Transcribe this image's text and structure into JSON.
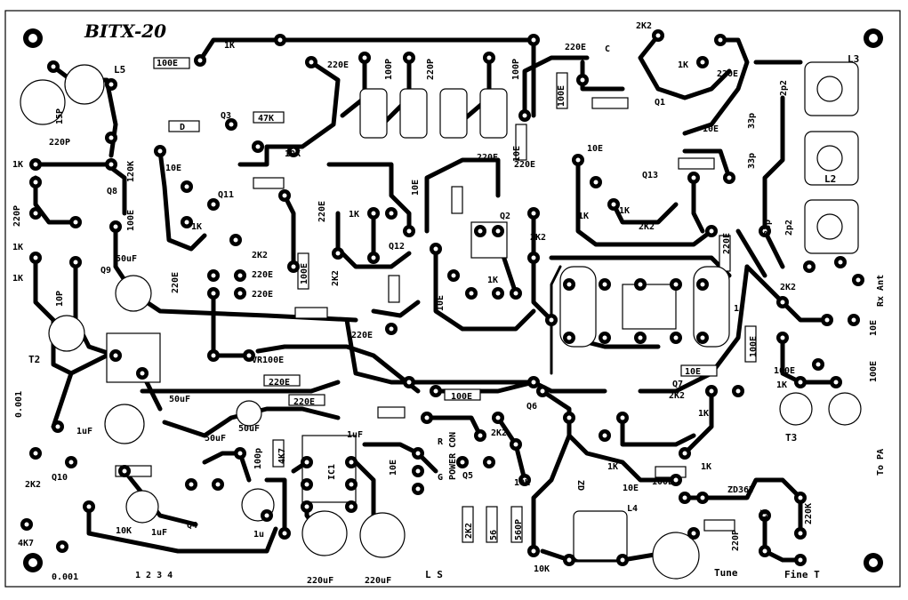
{
  "board": {
    "title": "BITX-20",
    "edge_labels": {
      "rx_ant": "Rx Ant",
      "to_pa": "To PA",
      "power_con": "POWER CON",
      "ls": "L S",
      "tune": "Tune",
      "fine_t": "Fine T",
      "pins": "1 2 3 4"
    }
  },
  "silkscreen_labels": [
    {
      "id": "l5",
      "text": "L5"
    },
    {
      "id": "r100e-a",
      "text": "100E"
    },
    {
      "id": "r1k-a",
      "text": "1K"
    },
    {
      "id": "r220e-a",
      "text": "220E"
    },
    {
      "id": "c100p-a",
      "text": "100P"
    },
    {
      "id": "c220p-a",
      "text": "220P"
    },
    {
      "id": "c100p-b",
      "text": "100P"
    },
    {
      "id": "c220e-top",
      "text": "220E"
    },
    {
      "id": "c-top",
      "text": "C"
    },
    {
      "id": "r2k2-top",
      "text": "2K2"
    },
    {
      "id": "c15p",
      "text": "15P"
    },
    {
      "id": "c220p-b",
      "text": "220P"
    },
    {
      "id": "q3",
      "text": "Q3"
    },
    {
      "id": "r47k",
      "text": "47K"
    },
    {
      "id": "d1",
      "text": "D"
    },
    {
      "id": "r10k-a",
      "text": "10K"
    },
    {
      "id": "r1k-b",
      "text": "1K"
    },
    {
      "id": "r120k",
      "text": "120K"
    },
    {
      "id": "q8",
      "text": "Q8"
    },
    {
      "id": "r10e-a",
      "text": "10E"
    },
    {
      "id": "q11",
      "text": "Q11"
    },
    {
      "id": "r1k-c",
      "text": "1K"
    },
    {
      "id": "r2k2-a",
      "text": "2K2"
    },
    {
      "id": "c220p-c",
      "text": "220P"
    },
    {
      "id": "r1k-d",
      "text": "1K"
    },
    {
      "id": "r100e-b",
      "text": "100E"
    },
    {
      "id": "c50uf-a",
      "text": "50uF"
    },
    {
      "id": "q9",
      "text": "Q9"
    },
    {
      "id": "r220e-b",
      "text": "220E"
    },
    {
      "id": "r220e-c",
      "text": "220E"
    },
    {
      "id": "r220e-d",
      "text": "220E"
    },
    {
      "id": "r1k-e",
      "text": "1K"
    },
    {
      "id": "c10p",
      "text": "10P"
    },
    {
      "id": "t2",
      "text": "T2"
    },
    {
      "id": "vr100e",
      "text": "VR100E"
    },
    {
      "id": "c0001-a",
      "text": "0.001"
    },
    {
      "id": "c50uf-b",
      "text": "50uF"
    },
    {
      "id": "c50uf-c",
      "text": "50uF"
    },
    {
      "id": "c1uf-a",
      "text": "1uF"
    },
    {
      "id": "r2k2-b",
      "text": "2K2"
    },
    {
      "id": "q10",
      "text": "Q10"
    },
    {
      "id": "r4k7-a",
      "text": "4K7"
    },
    {
      "id": "r10k-b",
      "text": "10K"
    },
    {
      "id": "c1uf-b",
      "text": "1uF"
    },
    {
      "id": "c0001-b",
      "text": "0.001"
    },
    {
      "id": "q4",
      "text": "Q4"
    },
    {
      "id": "c100p-c",
      "text": "100p"
    },
    {
      "id": "r4k7-b",
      "text": "4K7"
    },
    {
      "id": "c1u",
      "text": "1u"
    },
    {
      "id": "r220e-e",
      "text": "220E"
    },
    {
      "id": "r220e-f",
      "text": "220E"
    },
    {
      "id": "c50uf-d",
      "text": "50uF"
    },
    {
      "id": "c1uf-c",
      "text": "1uF"
    },
    {
      "id": "ic1",
      "text": "IC1"
    },
    {
      "id": "r10e-b",
      "text": "10E"
    },
    {
      "id": "c220uf-a",
      "text": "220uF"
    },
    {
      "id": "c220uf-b",
      "text": "220uF"
    },
    {
      "id": "r220e-g",
      "text": "220E"
    },
    {
      "id": "r1k-f",
      "text": "1K"
    },
    {
      "id": "r10e-c",
      "text": "10E"
    },
    {
      "id": "q12",
      "text": "Q12"
    },
    {
      "id": "r2k2-c",
      "text": "2K2"
    },
    {
      "id": "r100e-c",
      "text": "100E"
    },
    {
      "id": "c220e-mid",
      "text": "220E"
    },
    {
      "id": "r220e-h",
      "text": "220E"
    },
    {
      "id": "r10e-d",
      "text": "10E"
    },
    {
      "id": "r1k-g",
      "text": "1K"
    },
    {
      "id": "q2",
      "text": "Q2"
    },
    {
      "id": "r2k2-d",
      "text": "2K2"
    },
    {
      "id": "r100e-d",
      "text": "100E"
    },
    {
      "id": "r10e-e",
      "text": "10E"
    },
    {
      "id": "r2k2-e",
      "text": "2K2"
    },
    {
      "id": "q6",
      "text": "Q6"
    },
    {
      "id": "r560",
      "text": "56"
    },
    {
      "id": "c560p",
      "text": "560P"
    },
    {
      "id": "q5",
      "text": "Q5"
    },
    {
      "id": "r10k-c",
      "text": "10K"
    },
    {
      "id": "r2k2-f",
      "text": "2K2"
    },
    {
      "id": "r10k-d",
      "text": "10K"
    },
    {
      "id": "zd",
      "text": "ZD"
    },
    {
      "id": "r1k-h",
      "text": "1K"
    },
    {
      "id": "r10e-f",
      "text": "10E"
    },
    {
      "id": "r100e-e",
      "text": "100E"
    },
    {
      "id": "r1k-i",
      "text": "1K"
    },
    {
      "id": "l4",
      "text": "L4"
    },
    {
      "id": "r220e-top2",
      "text": "220E"
    },
    {
      "id": "r2k2-top2",
      "text": "2K2"
    },
    {
      "id": "r1k-j",
      "text": "1K"
    },
    {
      "id": "r220e-i",
      "text": "220E"
    },
    {
      "id": "r10e-g",
      "text": "10E"
    },
    {
      "id": "q1",
      "text": "Q1"
    },
    {
      "id": "r10e-h",
      "text": "10E"
    },
    {
      "id": "r100e-f",
      "text": "100E"
    },
    {
      "id": "r1k-k",
      "text": "1K"
    },
    {
      "id": "q13",
      "text": "Q13"
    },
    {
      "id": "r1k-l",
      "text": "1K"
    },
    {
      "id": "r2k2-g",
      "text": "2K2"
    },
    {
      "id": "c33p-a",
      "text": "33p"
    },
    {
      "id": "c33p-b",
      "text": "33p"
    },
    {
      "id": "c33p-c",
      "text": "33p"
    },
    {
      "id": "c2p2-a",
      "text": "2p2"
    },
    {
      "id": "c2p2-b",
      "text": "2p2"
    },
    {
      "id": "l3",
      "text": "L3"
    },
    {
      "id": "l2",
      "text": "L2"
    },
    {
      "id": "r220e-j",
      "text": "220E"
    },
    {
      "id": "r100e-g",
      "text": "100E"
    },
    {
      "id": "r2k2-h",
      "text": "2K2"
    },
    {
      "id": "q7",
      "text": "Q7"
    },
    {
      "id": "r10e-i",
      "text": "10E"
    },
    {
      "id": "r1k-m",
      "text": "1K"
    },
    {
      "id": "r100e-h",
      "text": "100E"
    },
    {
      "id": "r1k-n",
      "text": "1K"
    },
    {
      "id": "r100e-i",
      "text": "100E"
    },
    {
      "id": "t3",
      "text": "T3"
    },
    {
      "id": "zd36v",
      "text": "ZD36V"
    },
    {
      "id": "r1k-o",
      "text": "1K"
    },
    {
      "id": "c220p-d",
      "text": "220P"
    },
    {
      "id": "r220k",
      "text": "220K"
    },
    {
      "id": "r10e-j",
      "text": "10E"
    },
    {
      "id": "q2-label",
      "text": "1"
    },
    {
      "id": "gnd",
      "text": "G"
    },
    {
      "id": "r-pin",
      "text": "R"
    }
  ]
}
